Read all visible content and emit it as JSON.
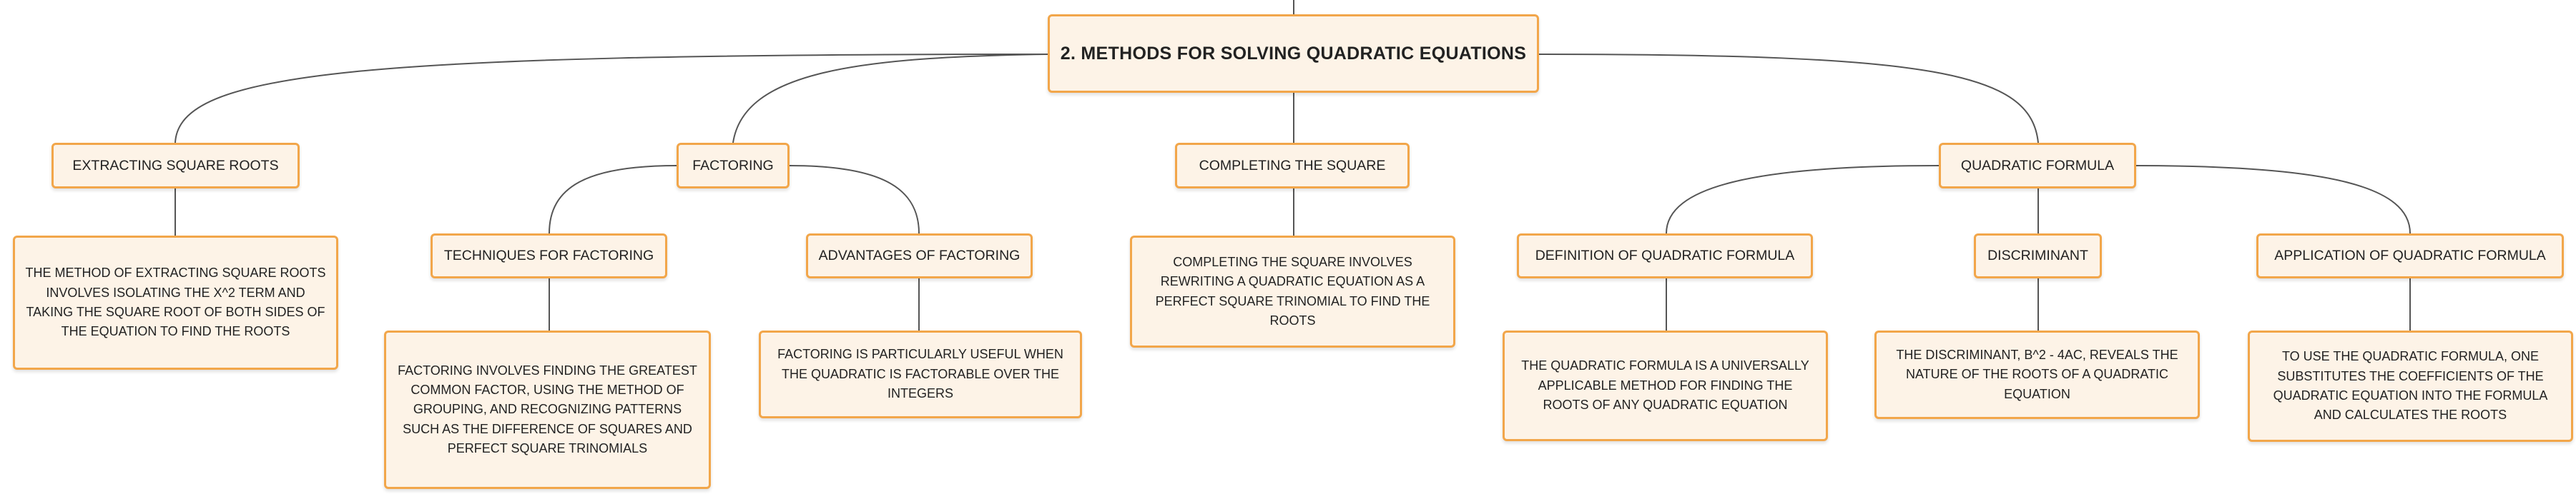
{
  "mindmap": {
    "root": "2. METHODS FOR SOLVING QUADRATIC EQUATIONS",
    "branches": [
      {
        "label": "EXTRACTING SQUARE ROOTS",
        "detail": "THE METHOD OF EXTRACTING SQUARE ROOTS INVOLVES ISOLATING THE X^2 TERM AND TAKING THE SQUARE ROOT OF BOTH SIDES OF THE EQUATION TO FIND THE ROOTS"
      },
      {
        "label": "FACTORING",
        "children": [
          {
            "label": "TECHNIQUES FOR FACTORING",
            "detail": "FACTORING INVOLVES FINDING THE GREATEST COMMON FACTOR, USING THE METHOD OF GROUPING, AND RECOGNIZING PATTERNS SUCH AS THE DIFFERENCE OF SQUARES AND PERFECT SQUARE TRINOMIALS"
          },
          {
            "label": "ADVANTAGES OF FACTORING",
            "detail": "FACTORING IS PARTICULARLY USEFUL WHEN THE QUADRATIC IS FACTORABLE OVER THE INTEGERS"
          }
        ]
      },
      {
        "label": "COMPLETING THE SQUARE",
        "detail": "COMPLETING THE SQUARE INVOLVES REWRITING A QUADRATIC EQUATION AS A PERFECT SQUARE TRINOMIAL TO FIND THE ROOTS"
      },
      {
        "label": "QUADRATIC FORMULA",
        "children": [
          {
            "label": "DEFINITION OF QUADRATIC FORMULA",
            "detail": "THE QUADRATIC FORMULA IS A UNIVERSALLY APPLICABLE METHOD FOR FINDING THE ROOTS OF ANY QUADRATIC EQUATION"
          },
          {
            "label": "DISCRIMINANT",
            "detail": "THE DISCRIMINANT, B^2 - 4AC, REVEALS THE NATURE OF THE ROOTS OF A QUADRATIC EQUATION"
          },
          {
            "label": "APPLICATION OF QUADRATIC FORMULA",
            "detail": "TO USE THE QUADRATIC FORMULA, ONE SUBSTITUTES THE COEFFICIENTS OF THE QUADRATIC EQUATION INTO THE FORMULA AND CALCULATES THE ROOTS"
          }
        ]
      }
    ]
  },
  "colors": {
    "node_fill": "#fdf3e7",
    "node_border": "#f2a64a",
    "line": "#555555"
  }
}
